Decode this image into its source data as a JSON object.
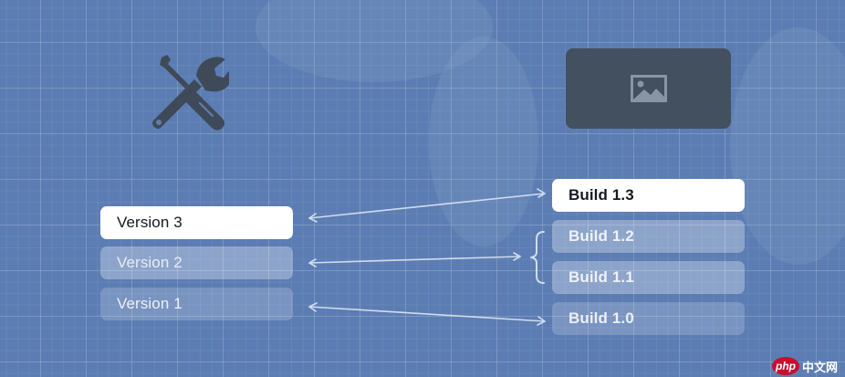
{
  "versions": [
    {
      "label": "Version 3",
      "state": "active"
    },
    {
      "label": "Version 2",
      "state": "faded"
    },
    {
      "label": "Version 1",
      "state": "dim"
    }
  ],
  "builds": [
    {
      "label": "Build 1.3",
      "state": "active"
    },
    {
      "label": "Build 1.2",
      "state": "faded"
    },
    {
      "label": "Build 1.1",
      "state": "faded"
    },
    {
      "label": "Build 1.0",
      "state": "dim"
    }
  ],
  "icons": {
    "tools": "tools-icon",
    "image": "image-icon"
  },
  "colors": {
    "background": "#5c7db3",
    "icon_dark": "#3f4a58",
    "placeholder": "#43505f",
    "active_fill": "#ffffff",
    "connector": "#cfdcef",
    "watermark_red": "#c8102e"
  },
  "watermark": {
    "badge": "php",
    "text": "中文网"
  }
}
